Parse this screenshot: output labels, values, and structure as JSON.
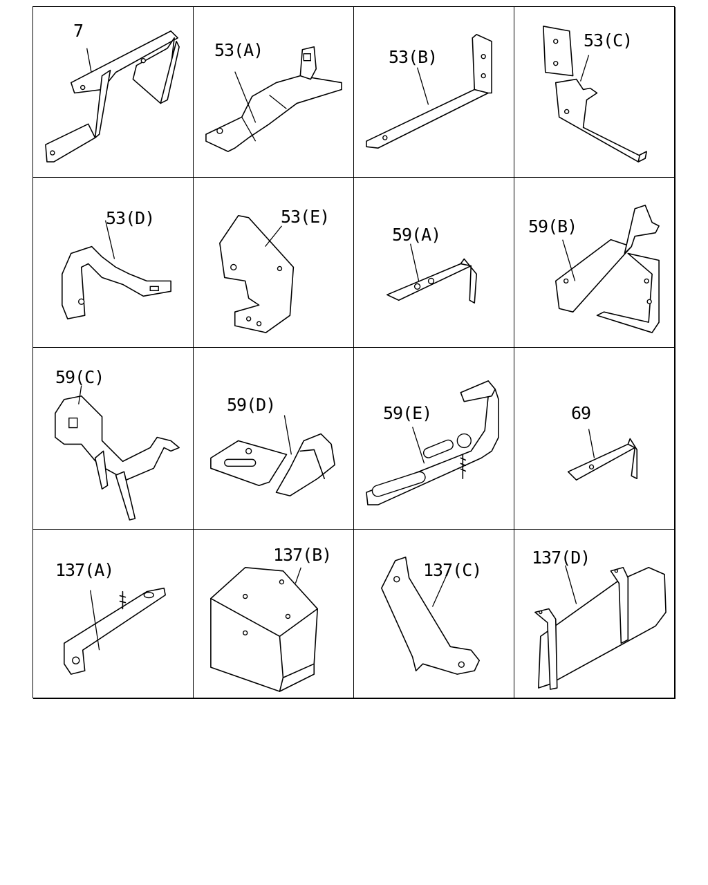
{
  "diagram": {
    "rows": [
      [
        {
          "label": "7",
          "icon": "bracket-7-icon"
        },
        {
          "label": "53(A)",
          "icon": "bracket-53a-icon"
        },
        {
          "label": "53(B)",
          "icon": "bracket-53b-icon"
        },
        {
          "label": "53(C)",
          "icon": "bracket-53c-icon"
        }
      ],
      [
        {
          "label": "53(D)",
          "icon": "bracket-53d-icon"
        },
        {
          "label": "53(E)",
          "icon": "bracket-53e-icon"
        },
        {
          "label": "59(A)",
          "icon": "bracket-59a-icon"
        },
        {
          "label": "59(B)",
          "icon": "bracket-59b-icon"
        }
      ],
      [
        {
          "label": "59(C)",
          "icon": "bracket-59c-icon"
        },
        {
          "label": "59(D)",
          "icon": "bracket-59d-icon"
        },
        {
          "label": "59(E)",
          "icon": "bracket-59e-icon"
        },
        {
          "label": "69",
          "icon": "bracket-69-icon"
        }
      ],
      [
        {
          "label": "137(A)",
          "icon": "bracket-137a-icon"
        },
        {
          "label": "137(B)",
          "icon": "bracket-137b-icon"
        },
        {
          "label": "137(C)",
          "icon": "bracket-137c-icon"
        },
        {
          "label": "137(D)",
          "icon": "bracket-137d-icon"
        }
      ]
    ]
  }
}
